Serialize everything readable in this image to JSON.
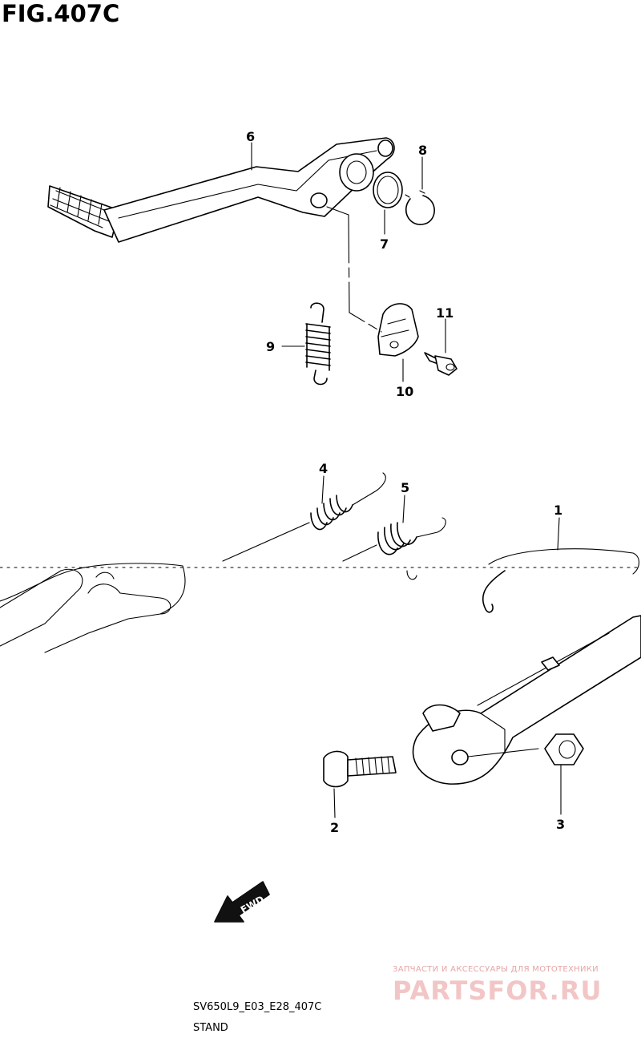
{
  "figure": {
    "title": "FIG.407C"
  },
  "callouts": [
    {
      "id": "part-1",
      "label": "1"
    },
    {
      "id": "part-2",
      "label": "2"
    },
    {
      "id": "part-3",
      "label": "3"
    },
    {
      "id": "part-4",
      "label": "4"
    },
    {
      "id": "part-5",
      "label": "5"
    },
    {
      "id": "part-6",
      "label": "6"
    },
    {
      "id": "part-7",
      "label": "7"
    },
    {
      "id": "part-8",
      "label": "8"
    },
    {
      "id": "part-9",
      "label": "9"
    },
    {
      "id": "part-10",
      "label": "10"
    },
    {
      "id": "part-11",
      "label": "11"
    }
  ],
  "direction_arrow": {
    "label": "FWD"
  },
  "footer": {
    "code": "SV650L9_E03_E28_407C",
    "section": "STAND"
  },
  "watermark": {
    "tagline": "ЗАПЧАСТИ И АКСЕССУАРЫ ДЛЯ МОТОТЕХНИКИ",
    "brand": "PARTSFOR.RU"
  }
}
